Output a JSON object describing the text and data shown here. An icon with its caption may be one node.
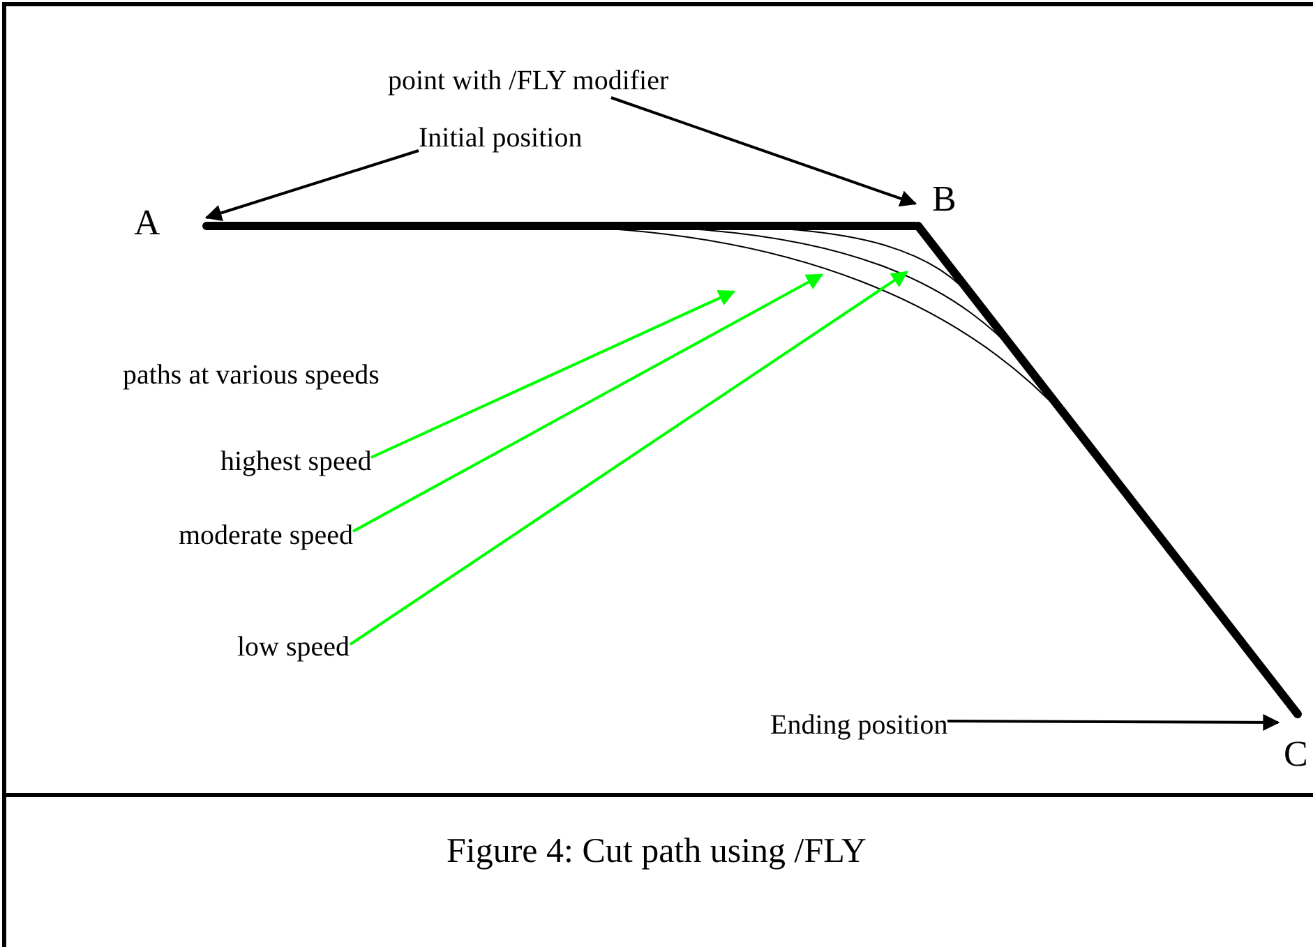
{
  "diagram": {
    "caption": "Figure 4: Cut path using /FLY",
    "nodes": [
      {
        "text": [
          "point with /FLY modifier"
        ]
      },
      {
        "text": [
          "Initial position"
        ]
      },
      {
        "text": [
          "A"
        ]
      },
      {
        "text": [
          "B"
        ]
      },
      {
        "text": [
          "highest speed"
        ]
      },
      {
        "text": [
          "moderate speed"
        ]
      },
      {
        "text": [
          "low speed"
        ]
      },
      {
        "text": [
          "Ending position"
        ]
      },
      {
        "text": [
          "C"
        ]
      }
    ],
    "edges": [
      {
        "from": 0,
        "to": 3,
        "arrow": "to"
      },
      {
        "from": 1,
        "to": 2,
        "arrow": "to"
      },
      {
        "from": 2,
        "to": 3,
        "arrow": "none",
        "style": "thick"
      },
      {
        "from": 3,
        "to": 8,
        "arrow": "none",
        "style": "thick"
      },
      {
        "from": 4,
        "to": null,
        "arrow": "to",
        "color": "#00ff00"
      },
      {
        "from": 5,
        "to": null,
        "arrow": "to",
        "color": "#00ff00"
      },
      {
        "from": 6,
        "to": null,
        "arrow": "to",
        "color": "#00ff00"
      },
      {
        "from": 7,
        "to": 8,
        "arrow": "to"
      }
    ],
    "labels": [
      "paths at various speeds"
    ]
  }
}
